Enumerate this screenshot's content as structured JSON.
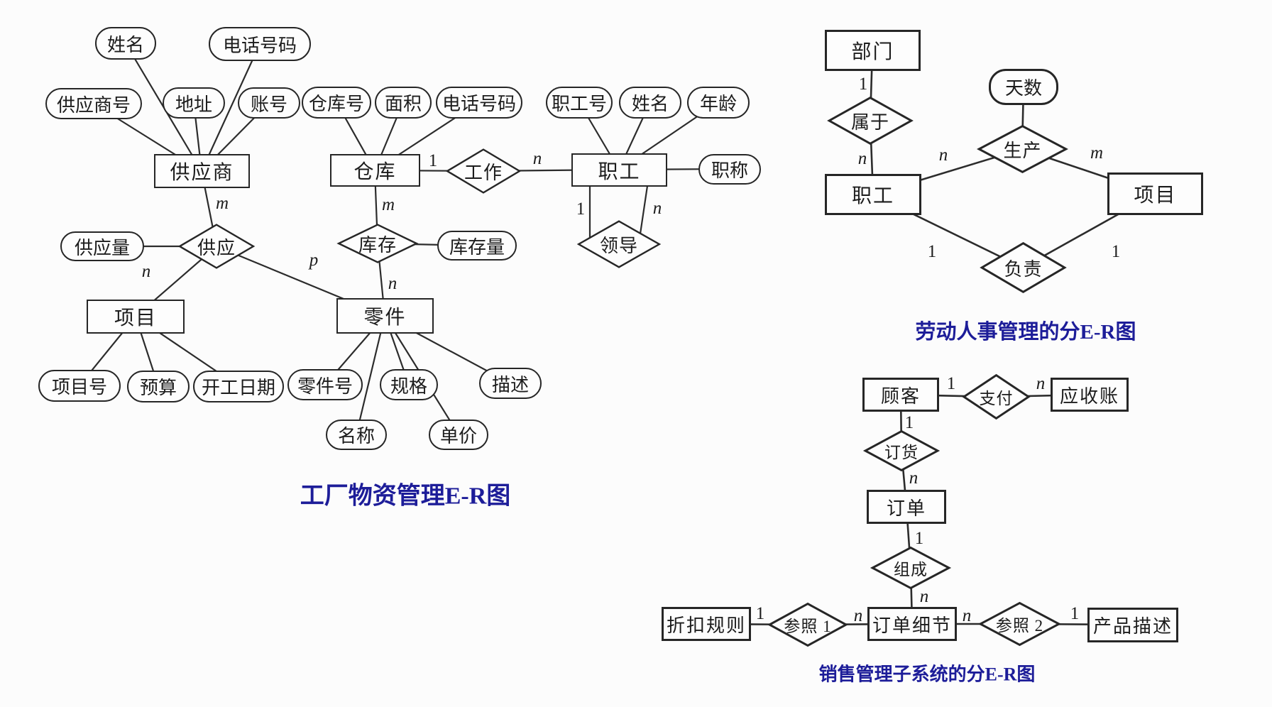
{
  "colors": {
    "title_blue": "#1d1d99",
    "stroke": "#2c2c2c",
    "background": "#fcfcfc"
  },
  "factory": {
    "title": "工厂物资管理E-R图",
    "entities": {
      "supplier": "供应商",
      "warehouse": "仓库",
      "employee": "职工",
      "project": "项目",
      "part": "零件"
    },
    "rels": {
      "supply": "供应",
      "inventory": "库存",
      "work": "工作",
      "lead": "领导"
    },
    "attrs": {
      "name1": "姓名",
      "phone1": "电话号码",
      "supplier_no": "供应商号",
      "address": "地址",
      "account": "账号",
      "warehouse_no": "仓库号",
      "area": "面积",
      "phone2": "电话号码",
      "employee_no": "职工号",
      "name2": "姓名",
      "age": "年龄",
      "job_title": "职称",
      "supply_qty": "供应量",
      "stock_qty": "库存量",
      "project_no": "项目号",
      "budget": "预算",
      "start_date": "开工日期",
      "part_no": "零件号",
      "spec": "规格",
      "desc": "描述",
      "part_name": "名称",
      "unit_price": "单价"
    },
    "cards": {
      "supplier_supply": "m",
      "supply_project": "n",
      "supply_part": "p",
      "warehouse_work": "1",
      "work_employee": "n",
      "warehouse_inventory": "m",
      "inventory_part": "n",
      "employee_lead_1": "1",
      "employee_lead_n": "n"
    }
  },
  "personnel": {
    "title": "劳动人事管理的分E-R图",
    "entities": {
      "dept": "部门",
      "employee": "职工",
      "project": "项目"
    },
    "rels": {
      "belong": "属于",
      "produce": "生产",
      "charge": "负责"
    },
    "attrs": {
      "days": "天数"
    },
    "cards": {
      "dept_belong": "1",
      "belong_employee": "n",
      "employee_produce": "n",
      "produce_project": "m",
      "employee_charge": "1",
      "project_charge": "1"
    }
  },
  "sales": {
    "title": "销售管理子系统的分E-R图",
    "entities": {
      "customer": "顾客",
      "receivable": "应收账",
      "order": "订单",
      "detail": "订单细节",
      "discount": "折扣规则",
      "product": "产品描述"
    },
    "rels": {
      "pay": "支付",
      "order_rel": "订货",
      "compose": "组成",
      "ref1": "参照 1",
      "ref2": "参照 2"
    },
    "cards": {
      "customer_pay": "1",
      "pay_receivable": "n",
      "customer_order": "1",
      "order_order": "n",
      "order_compose": "1",
      "compose_detail": "n",
      "discount_ref1": "1",
      "ref1_detail": "n",
      "detail_ref2": "n",
      "ref2_product": "1"
    }
  }
}
